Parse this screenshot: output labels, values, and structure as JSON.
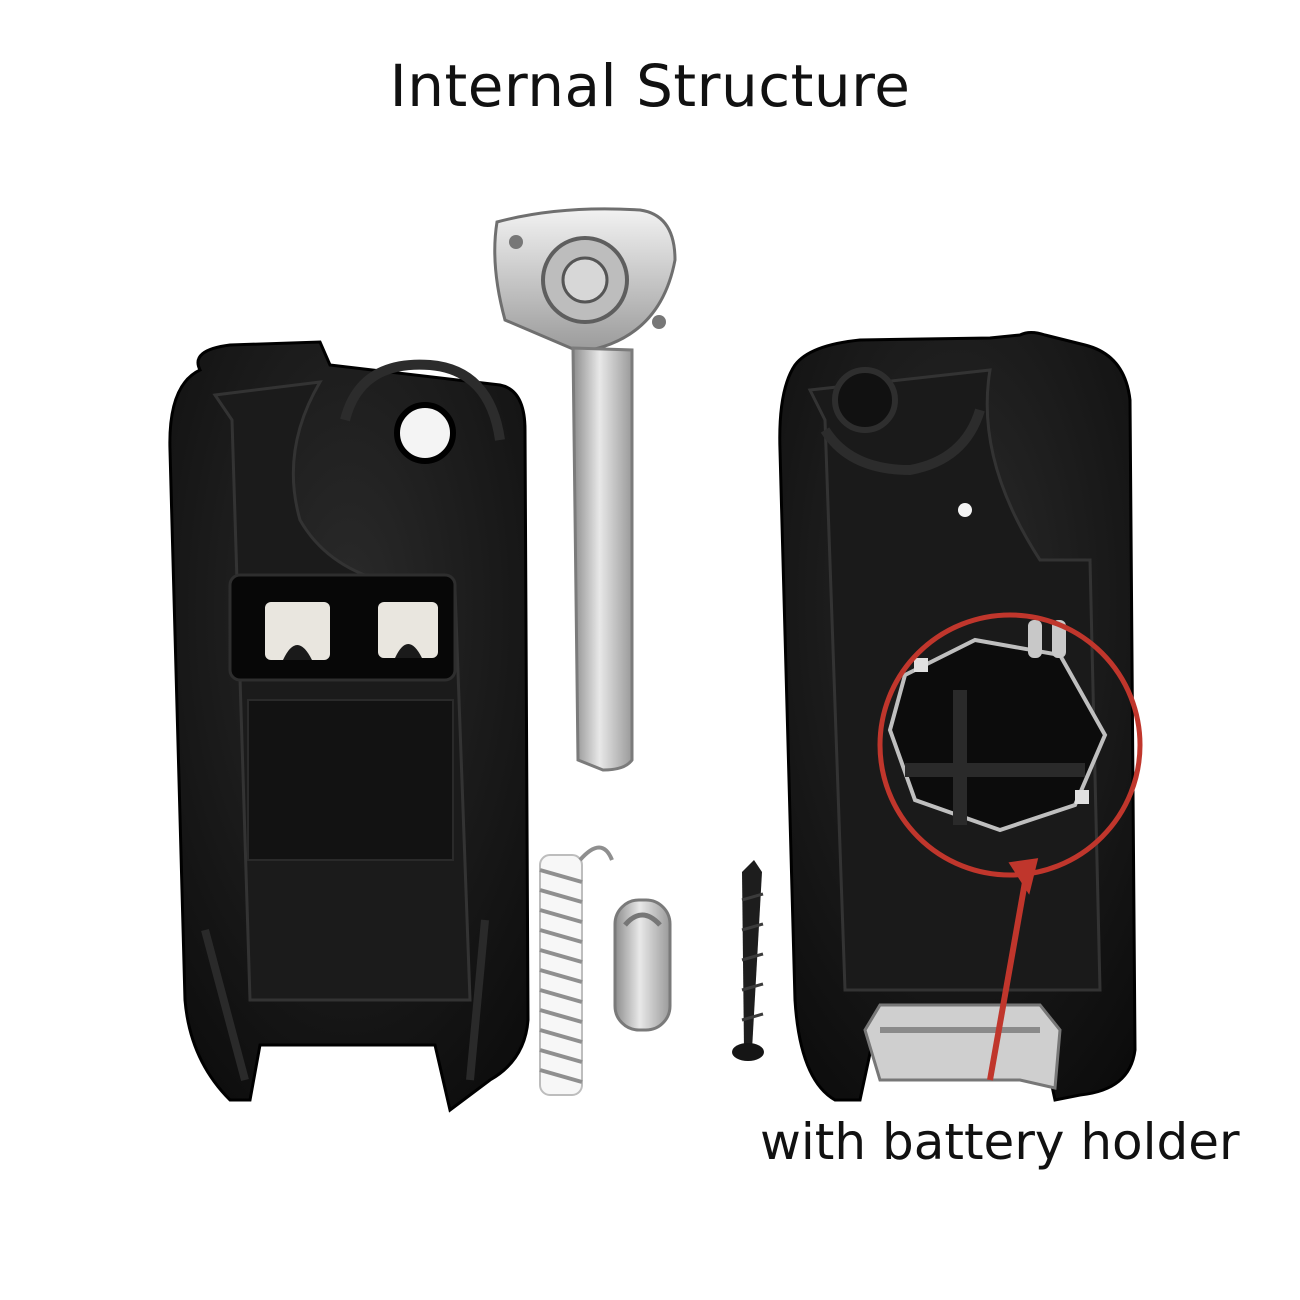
{
  "title": "Internal Structure",
  "annotation": {
    "label": "with battery holder",
    "highlight_color": "#c0362c"
  },
  "parts": {
    "left_shell": "button-side-shell",
    "right_shell": "battery-side-shell",
    "key_blade": "key-blade",
    "spring": "spring",
    "pin": "pin",
    "screw": "screw"
  },
  "colors": {
    "shell": "#141414",
    "metal": "#c9c9c9",
    "button_pad": "#e9e6df"
  }
}
